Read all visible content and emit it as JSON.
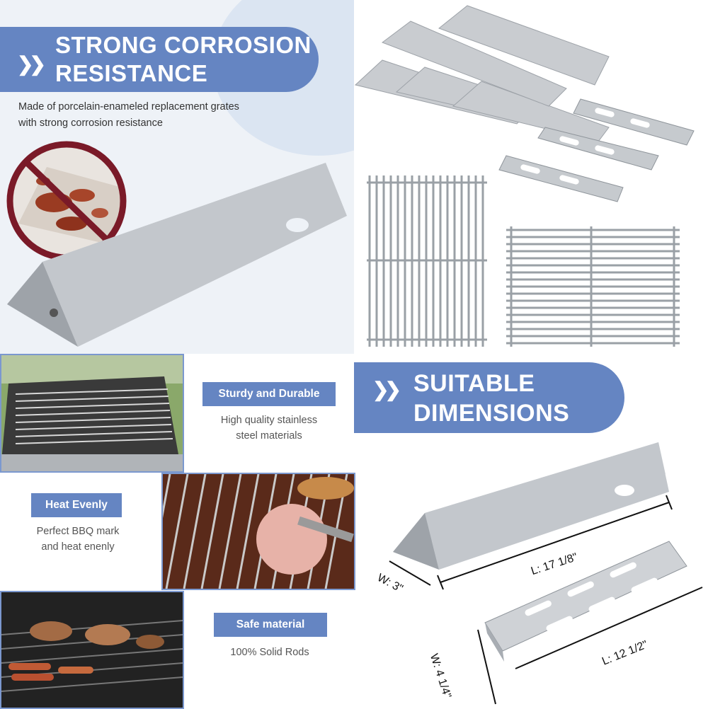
{
  "corrosion": {
    "title_line1": "STRONG CORROSION",
    "title_line2": "RESISTANCE",
    "desc_line1": "Made of porcelain-enameled replacement grates",
    "desc_line2": "with strong corrosion resistance"
  },
  "features": [
    {
      "title": "Sturdy and Durable",
      "line1": "High quality stainless",
      "line2": "steel materials"
    },
    {
      "title": "Heat Evenly",
      "line1": "Perfect BBQ mark",
      "line2": "and heat enenly"
    },
    {
      "title": "Safe material",
      "line1": "100% Solid Rods",
      "line2": ""
    }
  ],
  "dimensions": {
    "title_line1": "SUITABLE",
    "title_line2": "DIMENSIONS",
    "bar_length": "L: 17 1/8\"",
    "bar_width": "W: 3\"",
    "plate_length": "L: 12 1/2\"",
    "plate_width": "W: 4 1/4\""
  },
  "colors": {
    "accent": "#6585c2",
    "frame": "#7b98cf",
    "steel": "#c9ccd0"
  },
  "icons": {
    "chevrons": "double-chevron-right-icon",
    "prohibited": "no-rust-icon"
  }
}
